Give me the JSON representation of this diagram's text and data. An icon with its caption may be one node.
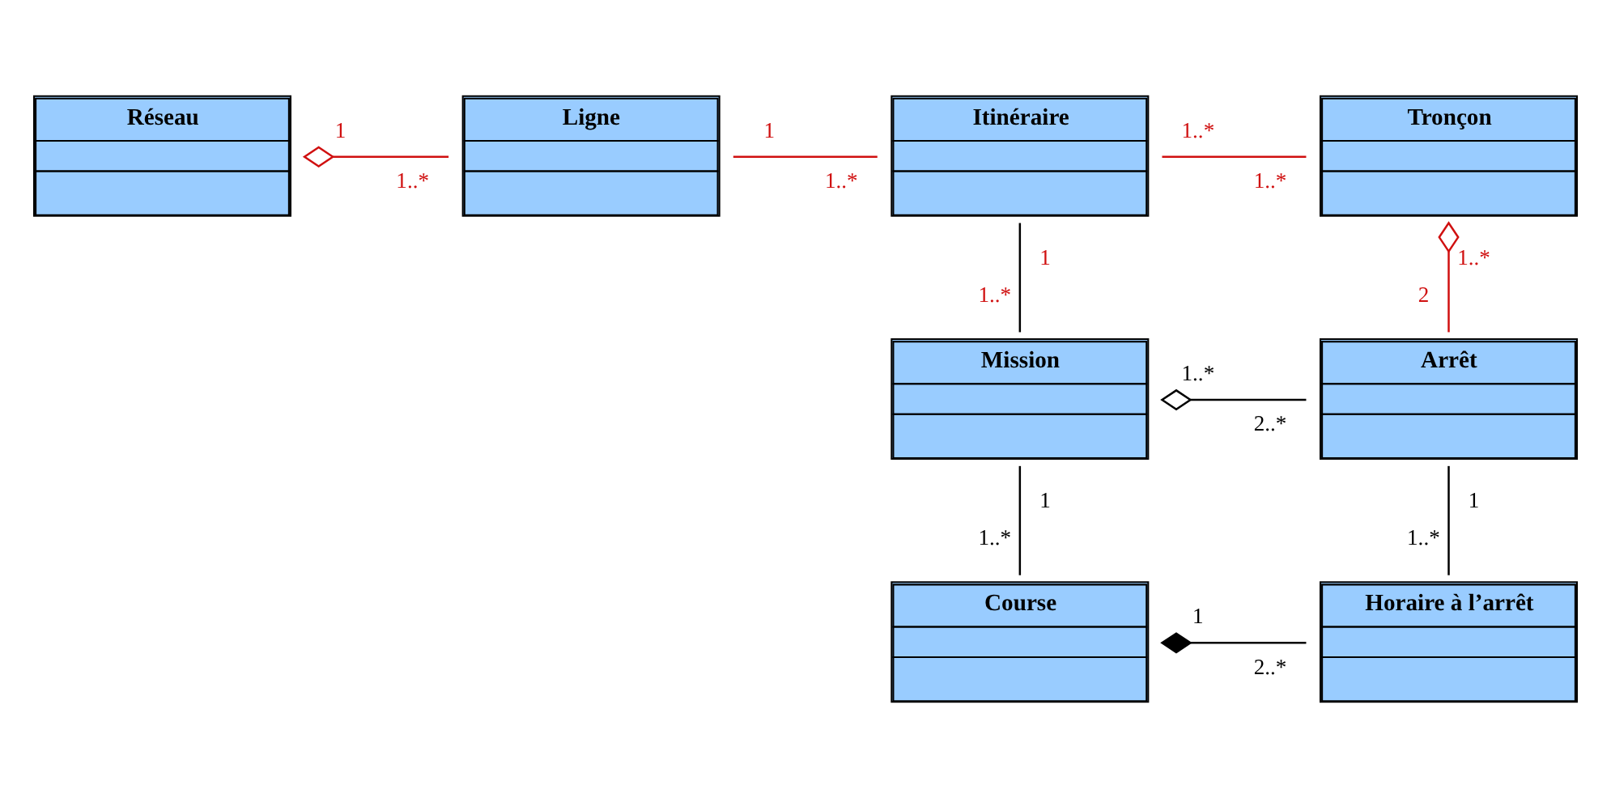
{
  "diagram": {
    "nodes": [
      {
        "text": [
          "Réseau"
        ]
      },
      {
        "text": [
          "Ligne"
        ]
      },
      {
        "text": [
          "Itinéraire"
        ]
      },
      {
        "text": [
          "Tronçon"
        ]
      },
      {
        "text": [
          "Mission"
        ]
      },
      {
        "text": [
          "Arrêt"
        ]
      },
      {
        "text": [
          "Course"
        ]
      },
      {
        "text": [
          "Horaire à l’arrêt"
        ]
      }
    ],
    "edges": [
      {
        "from": 0,
        "to": 1,
        "arrow": "other",
        "color": "#d01010"
      },
      {
        "from": 1,
        "to": 2,
        "arrow": "none",
        "color": "#d01010"
      },
      {
        "from": 2,
        "to": 3,
        "arrow": "none",
        "color": "#d01010"
      },
      {
        "from": 3,
        "to": 5,
        "arrow": "other",
        "color": "#d01010"
      },
      {
        "from": 2,
        "to": 4,
        "arrow": "none"
      },
      {
        "from": 4,
        "to": 5,
        "arrow": "other"
      },
      {
        "from": 4,
        "to": 6,
        "arrow": "none"
      },
      {
        "from": 5,
        "to": 7,
        "arrow": "none"
      },
      {
        "from": 6,
        "to": 7,
        "arrow": "other"
      }
    ],
    "labels": [
      "1",
      "1..*",
      "1",
      "1..*",
      "1..*",
      "1..*",
      "1..*",
      "2",
      "1",
      "1..*",
      "1..*",
      "2..*",
      "1",
      "1..*",
      "1",
      "1..*",
      "1",
      "2..*"
    ]
  }
}
